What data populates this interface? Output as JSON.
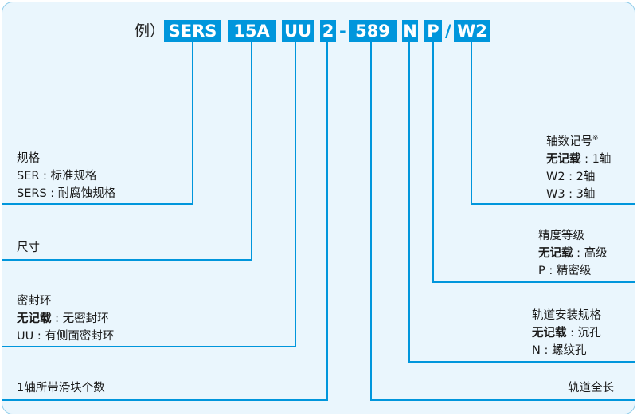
{
  "code": {
    "prefix": "例）",
    "parts": [
      "SERS",
      "15A",
      "UU",
      "2",
      "-",
      "589",
      "N",
      "P",
      "/",
      "W2"
    ]
  },
  "specs": {
    "type": {
      "title": "规格",
      "lines": [
        "SER : 标准规格",
        "SERS : 耐腐蚀规格"
      ]
    },
    "size": {
      "title": "尺寸"
    },
    "seal": {
      "title": "密封环",
      "lines": [
        {
          "key": "无记载",
          "val": " : 无密封环"
        },
        {
          "key": "UU",
          "val": " : 有侧面密封环"
        }
      ]
    },
    "blocks": {
      "title": "1轴所带滑块个数"
    },
    "rail_length": {
      "title": "轨道全长"
    },
    "rail_mount": {
      "title": "轨道安装规格",
      "lines": [
        {
          "key": "无记载",
          "val": " : 沉孔"
        },
        {
          "key": "N",
          "val": " : 螺纹孔"
        }
      ]
    },
    "accuracy": {
      "title": "精度等级",
      "lines": [
        {
          "key": "无记载",
          "val": " : 高级"
        },
        {
          "key": "P",
          "val": " : 精密级"
        }
      ]
    },
    "shaft": {
      "title": "轴数记号",
      "mark": "※",
      "lines": [
        {
          "key": "无记载",
          "val": " : 1轴"
        },
        {
          "key": "W2",
          "val": " : 2轴"
        },
        {
          "key": "W3",
          "val": " : 3轴"
        }
      ]
    }
  }
}
